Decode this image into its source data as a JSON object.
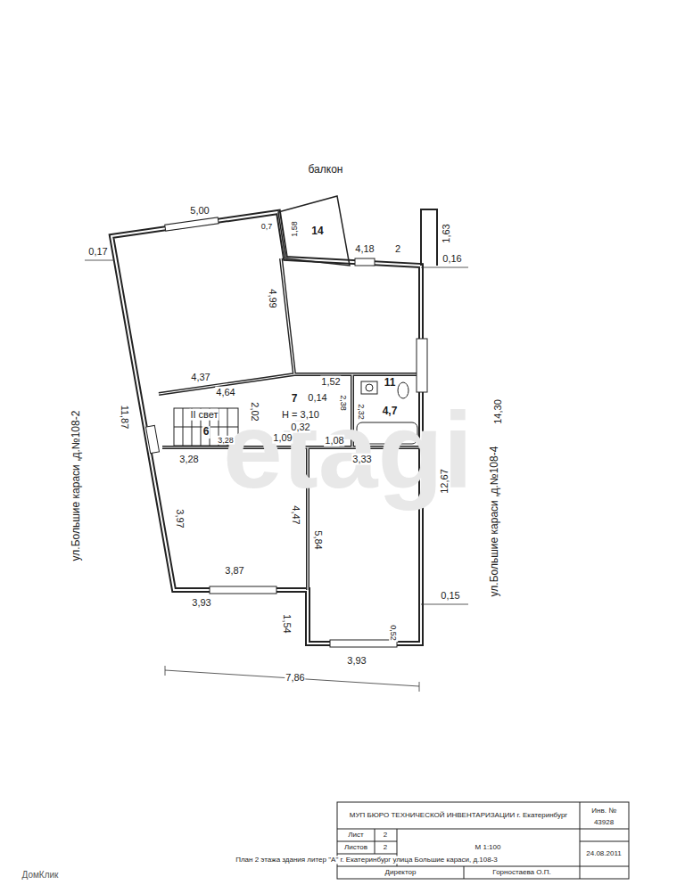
{
  "diagram": {
    "labels": [
      "etagi",
      "балкон",
      "5,00",
      "0,7",
      "1,58",
      "14",
      "1,63",
      "4,18",
      "2",
      "0,17",
      "0,16",
      "4,99",
      "4,37",
      "1,52",
      "4,64",
      "7",
      "0,14",
      "11",
      "11,87",
      "2,02",
      "II свет",
      "Н = 3,10",
      "2,38",
      "2,32",
      "4,7",
      "6",
      "0,32",
      "3,28",
      "1,09",
      "1,08",
      "3,28",
      "3,33",
      "ул.Большие караси ,д.№108-2",
      "14,30",
      "ул.Большие караси ,д.№108-4",
      "12,67",
      "3,97",
      "4,47",
      "5,84",
      "3,87",
      "0,15",
      "3,93",
      "1,54",
      "0,52",
      "3,93",
      "7,86",
      "МУП БЮРО ТЕХНИЧЕСКОЙ ИНВЕНТАРИЗАЦИИ г. Екатеринбург",
      "Инв. №",
      "43928",
      "Лист",
      "2",
      "Листов",
      "2",
      "План 2 этажа здания литер \"А\" г. Екатеринбург улица Большие караси, д.108-3",
      "М 1:100",
      "24.08.2011",
      "Директор",
      "Горностаева О.П.",
      "ДомКлик"
    ]
  }
}
